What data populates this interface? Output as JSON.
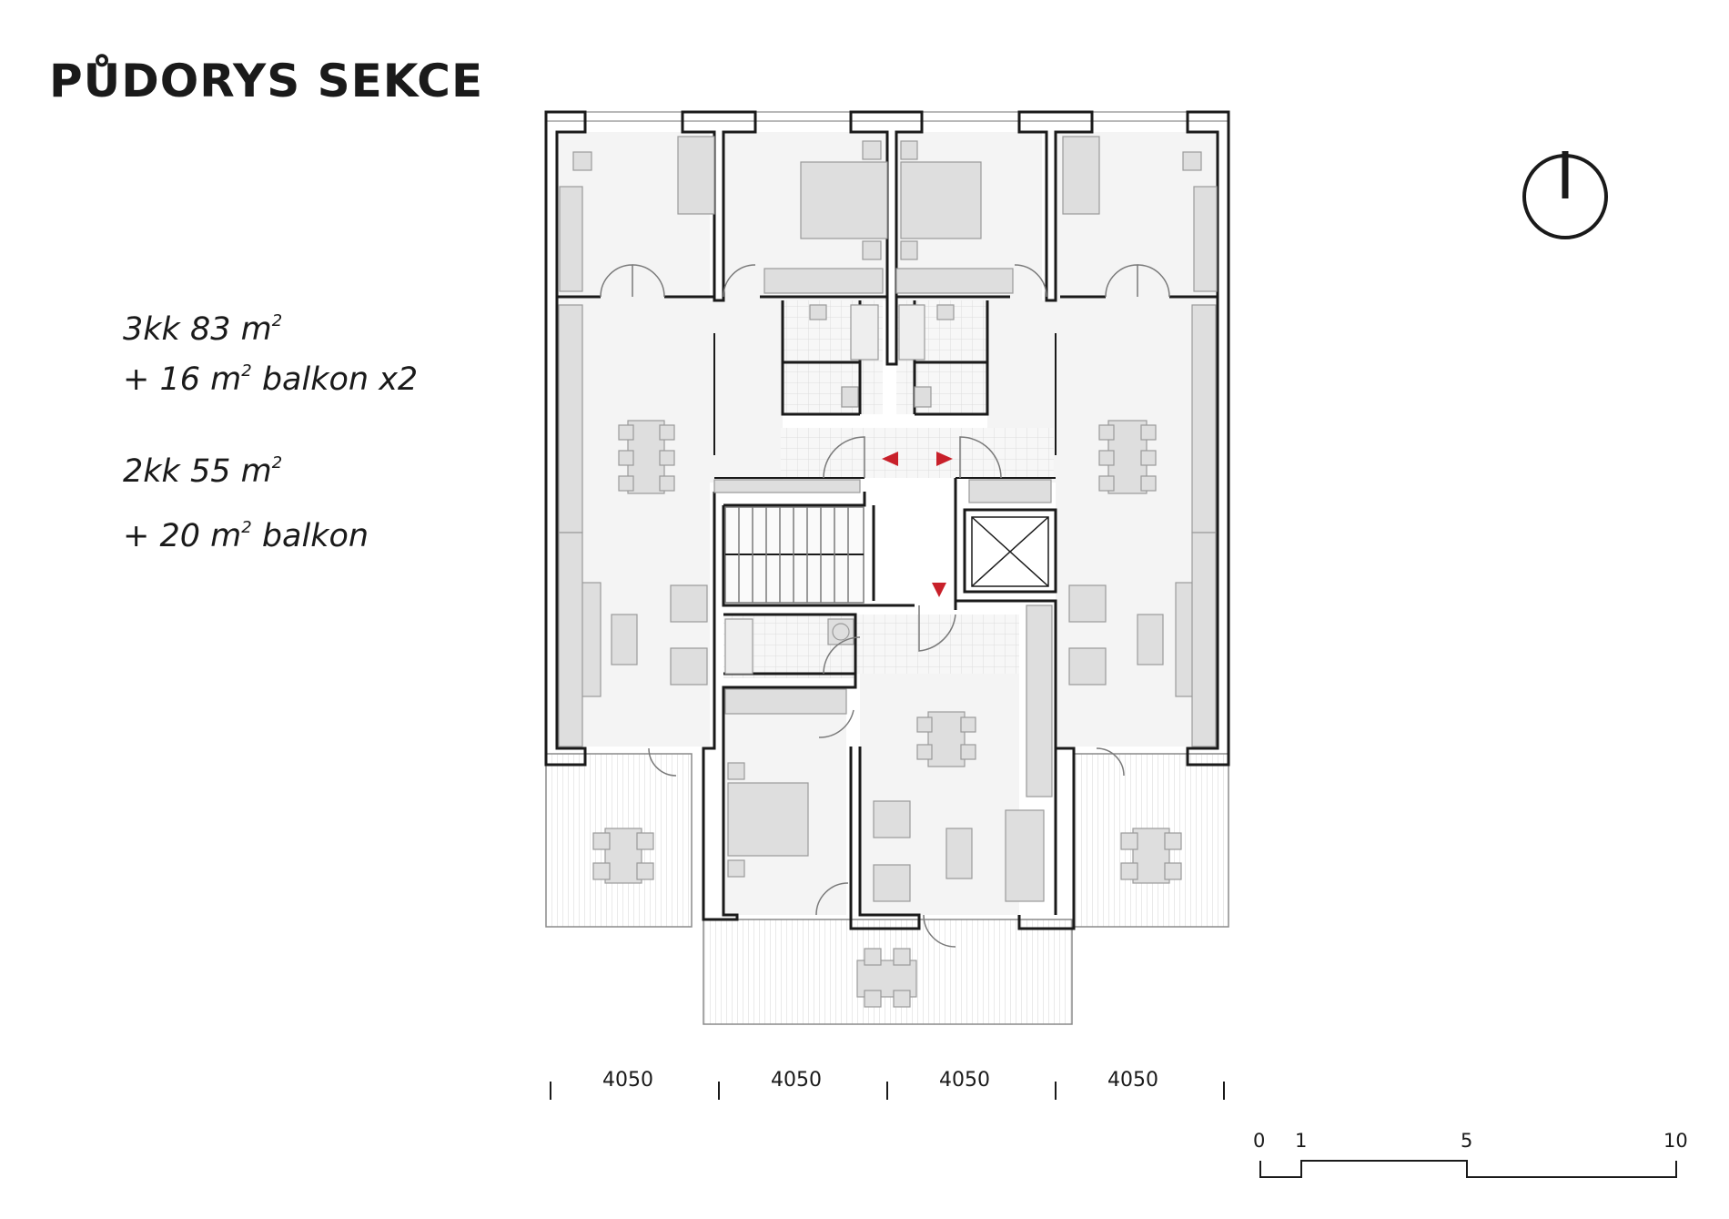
{
  "title": "PŮDORYS SEKCE",
  "units": [
    {
      "layout": "3kk",
      "area_value": "83",
      "area_unit": "m",
      "exp": "2"
    },
    {
      "prefix": "+ 16",
      "unit": "m",
      "exp": "2",
      "suffix": "balkon x2"
    },
    {
      "layout": "2kk",
      "area_value": "55",
      "area_unit": "m",
      "exp": "2"
    },
    {
      "prefix": "+ 20",
      "unit": "m",
      "exp": "2",
      "suffix": "balkon"
    }
  ],
  "dimensions": [
    "4050",
    "4050",
    "4050",
    "4050"
  ],
  "scale_bar": [
    "0",
    "1",
    "5",
    "10"
  ],
  "colors": {
    "wall": "#1a1a1a",
    "room_fill": "#f4f4f4",
    "furniture": "#dedede",
    "furniture_stroke": "#9a9a9a",
    "arrow_accent": "#c8202a"
  },
  "icons": {
    "north_arrow": "north-arrow-icon",
    "entrance_arrows": "red-triangle-arrow-icon"
  }
}
